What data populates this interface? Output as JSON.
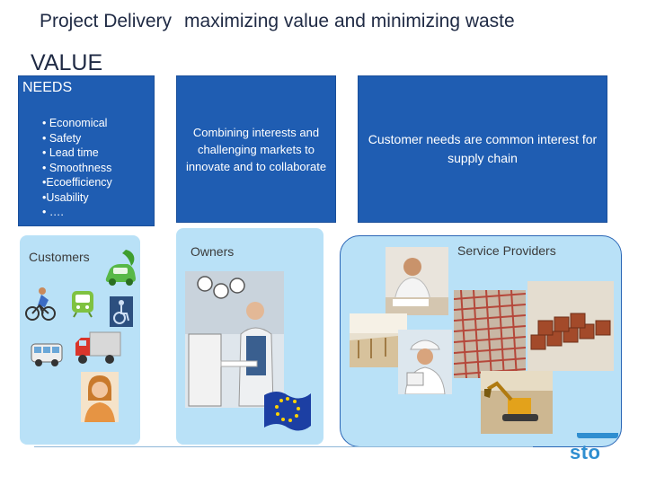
{
  "header": {
    "title": "Project Delivery",
    "subtitle": "maximizing value and minimizing waste"
  },
  "value_label": "VALUE",
  "needs_box": {
    "title": "NEEDS",
    "items": [
      "• Economical",
      "• Safety",
      "• Lead time",
      "• Smoothness",
      "•Ecoefficiency",
      "•Usability",
      "• …."
    ]
  },
  "owners_box": {
    "text": "Combining interests and challenging markets to innovate and to collaborate"
  },
  "supply_box": {
    "text": "Customer needs are common interest  for supply chain"
  },
  "panels": {
    "customers": "Customers",
    "owners": "Owners",
    "service_providers": "Service Providers"
  },
  "logo": {
    "text": "sto"
  },
  "colors": {
    "box_blue": "#1f5db2",
    "panel_light_blue": "#b9e1f7",
    "title": "#1f2a44",
    "logo": "#2f8ed0"
  },
  "icons": {
    "customers": [
      "eco-car-icon",
      "cyclist-icon",
      "train-icon",
      "wheelchair-icon",
      "bus-icon",
      "truck-icon",
      "woman-photo-icon"
    ],
    "owners": [
      "office-man-photo-icon",
      "eu-flag-icon"
    ],
    "providers": [
      "engineer-desk-photo-icon",
      "worker-helmet-photo-icon",
      "rebar-photo-icon",
      "timber-photo-icon",
      "construction-site-photo-icon",
      "excavator-photo-icon"
    ]
  }
}
